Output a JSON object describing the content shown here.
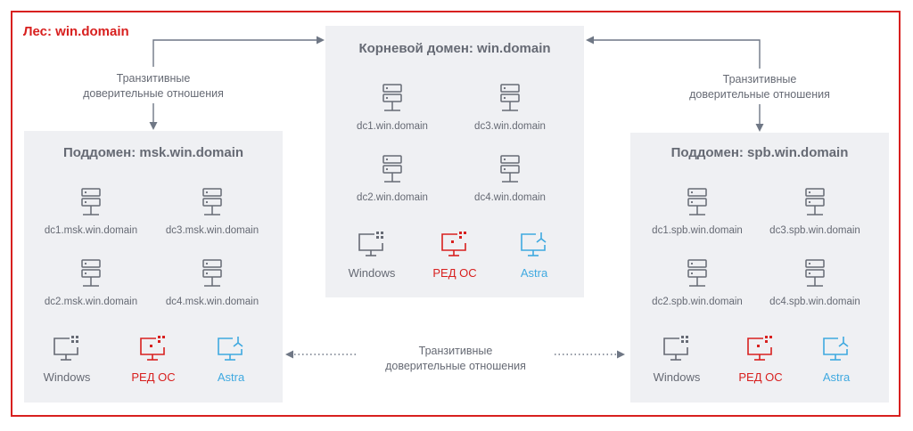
{
  "forest": {
    "title": "Лес: win.domain"
  },
  "root": {
    "title": "Корневой домен: win.domain",
    "servers": [
      "dc1.win.domain",
      "dc3.win.domain",
      "dc2.win.domain",
      "dc4.win.domain"
    ]
  },
  "msk": {
    "title": "Поддомен: msk.win.domain",
    "servers": [
      "dc1.msk.win.domain",
      "dc3.msk.win.domain",
      "dc2.msk.win.domain",
      "dc4.msk.win.domain"
    ]
  },
  "spb": {
    "title": "Поддомен: spb.win.domain",
    "servers": [
      "dc1.spb.win.domain",
      "dc3.spb.win.domain",
      "dc2.spb.win.domain",
      "dc4.spb.win.domain"
    ]
  },
  "os": [
    {
      "name": "Windows",
      "icon": "windows-monitor-icon",
      "color": "#666a74"
    },
    {
      "name": "РЕД ОС",
      "icon": "red-os-monitor-icon",
      "color": "#d8201f"
    },
    {
      "name": "Astra",
      "icon": "astra-monitor-icon",
      "color": "#3fa9e0"
    }
  ],
  "trust": {
    "left": [
      "Транзитивные",
      "доверительные отношения"
    ],
    "right": [
      "Транзитивные",
      "доверительные отношения"
    ],
    "bottom": [
      "Транзитивные",
      "доверительные отношения"
    ]
  },
  "colors": {
    "accent": "#d8201f",
    "panel": "#eff0f3",
    "text": "#666a74",
    "astra": "#3fa9e0"
  }
}
